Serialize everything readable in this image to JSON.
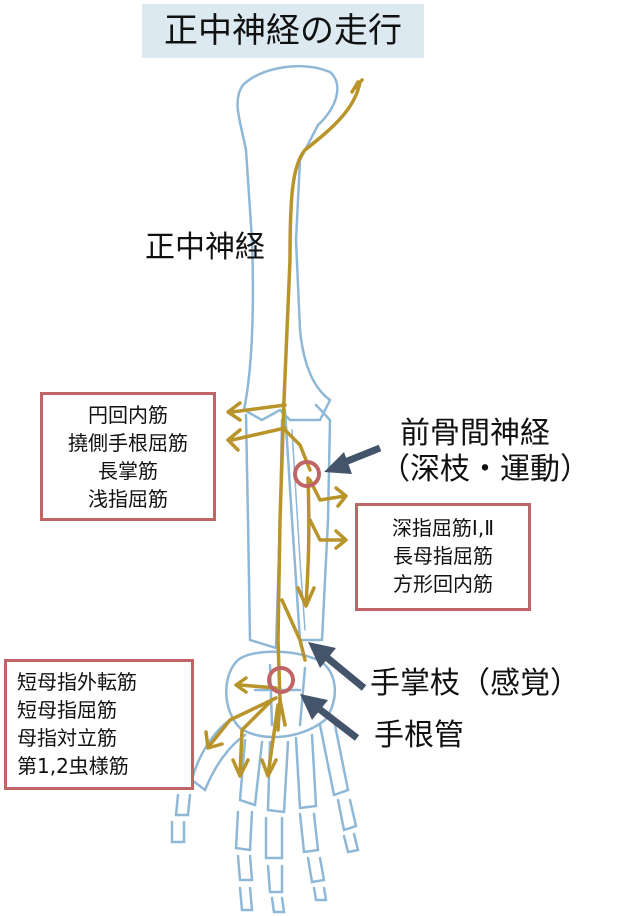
{
  "title": "正中神経の走行",
  "nerve_label": "正中神経",
  "anterior_interosseous": {
    "name": "前骨間神経",
    "note": "（深枝・運動）"
  },
  "palmar_branch": "手掌枝（感覚）",
  "carpal_tunnel": "手根管",
  "box_forearm_muscles": [
    "円回内筋",
    "撓側手根屈筋",
    "長掌筋",
    "浅指屈筋"
  ],
  "box_deep_muscles": [
    "深指屈筋Ⅰ,Ⅱ",
    "長母指屈筋",
    "方形回内筋"
  ],
  "box_hand_muscles": [
    "短母指外転筋",
    "短母指屈筋",
    "母指対立筋",
    "第1,2虫様筋"
  ],
  "colors": {
    "bone": "#8fb8d6",
    "nerve": "#b8942a",
    "box_border": "#c06565",
    "arrow": "#44546a",
    "title_bg": "#dde9f0"
  }
}
